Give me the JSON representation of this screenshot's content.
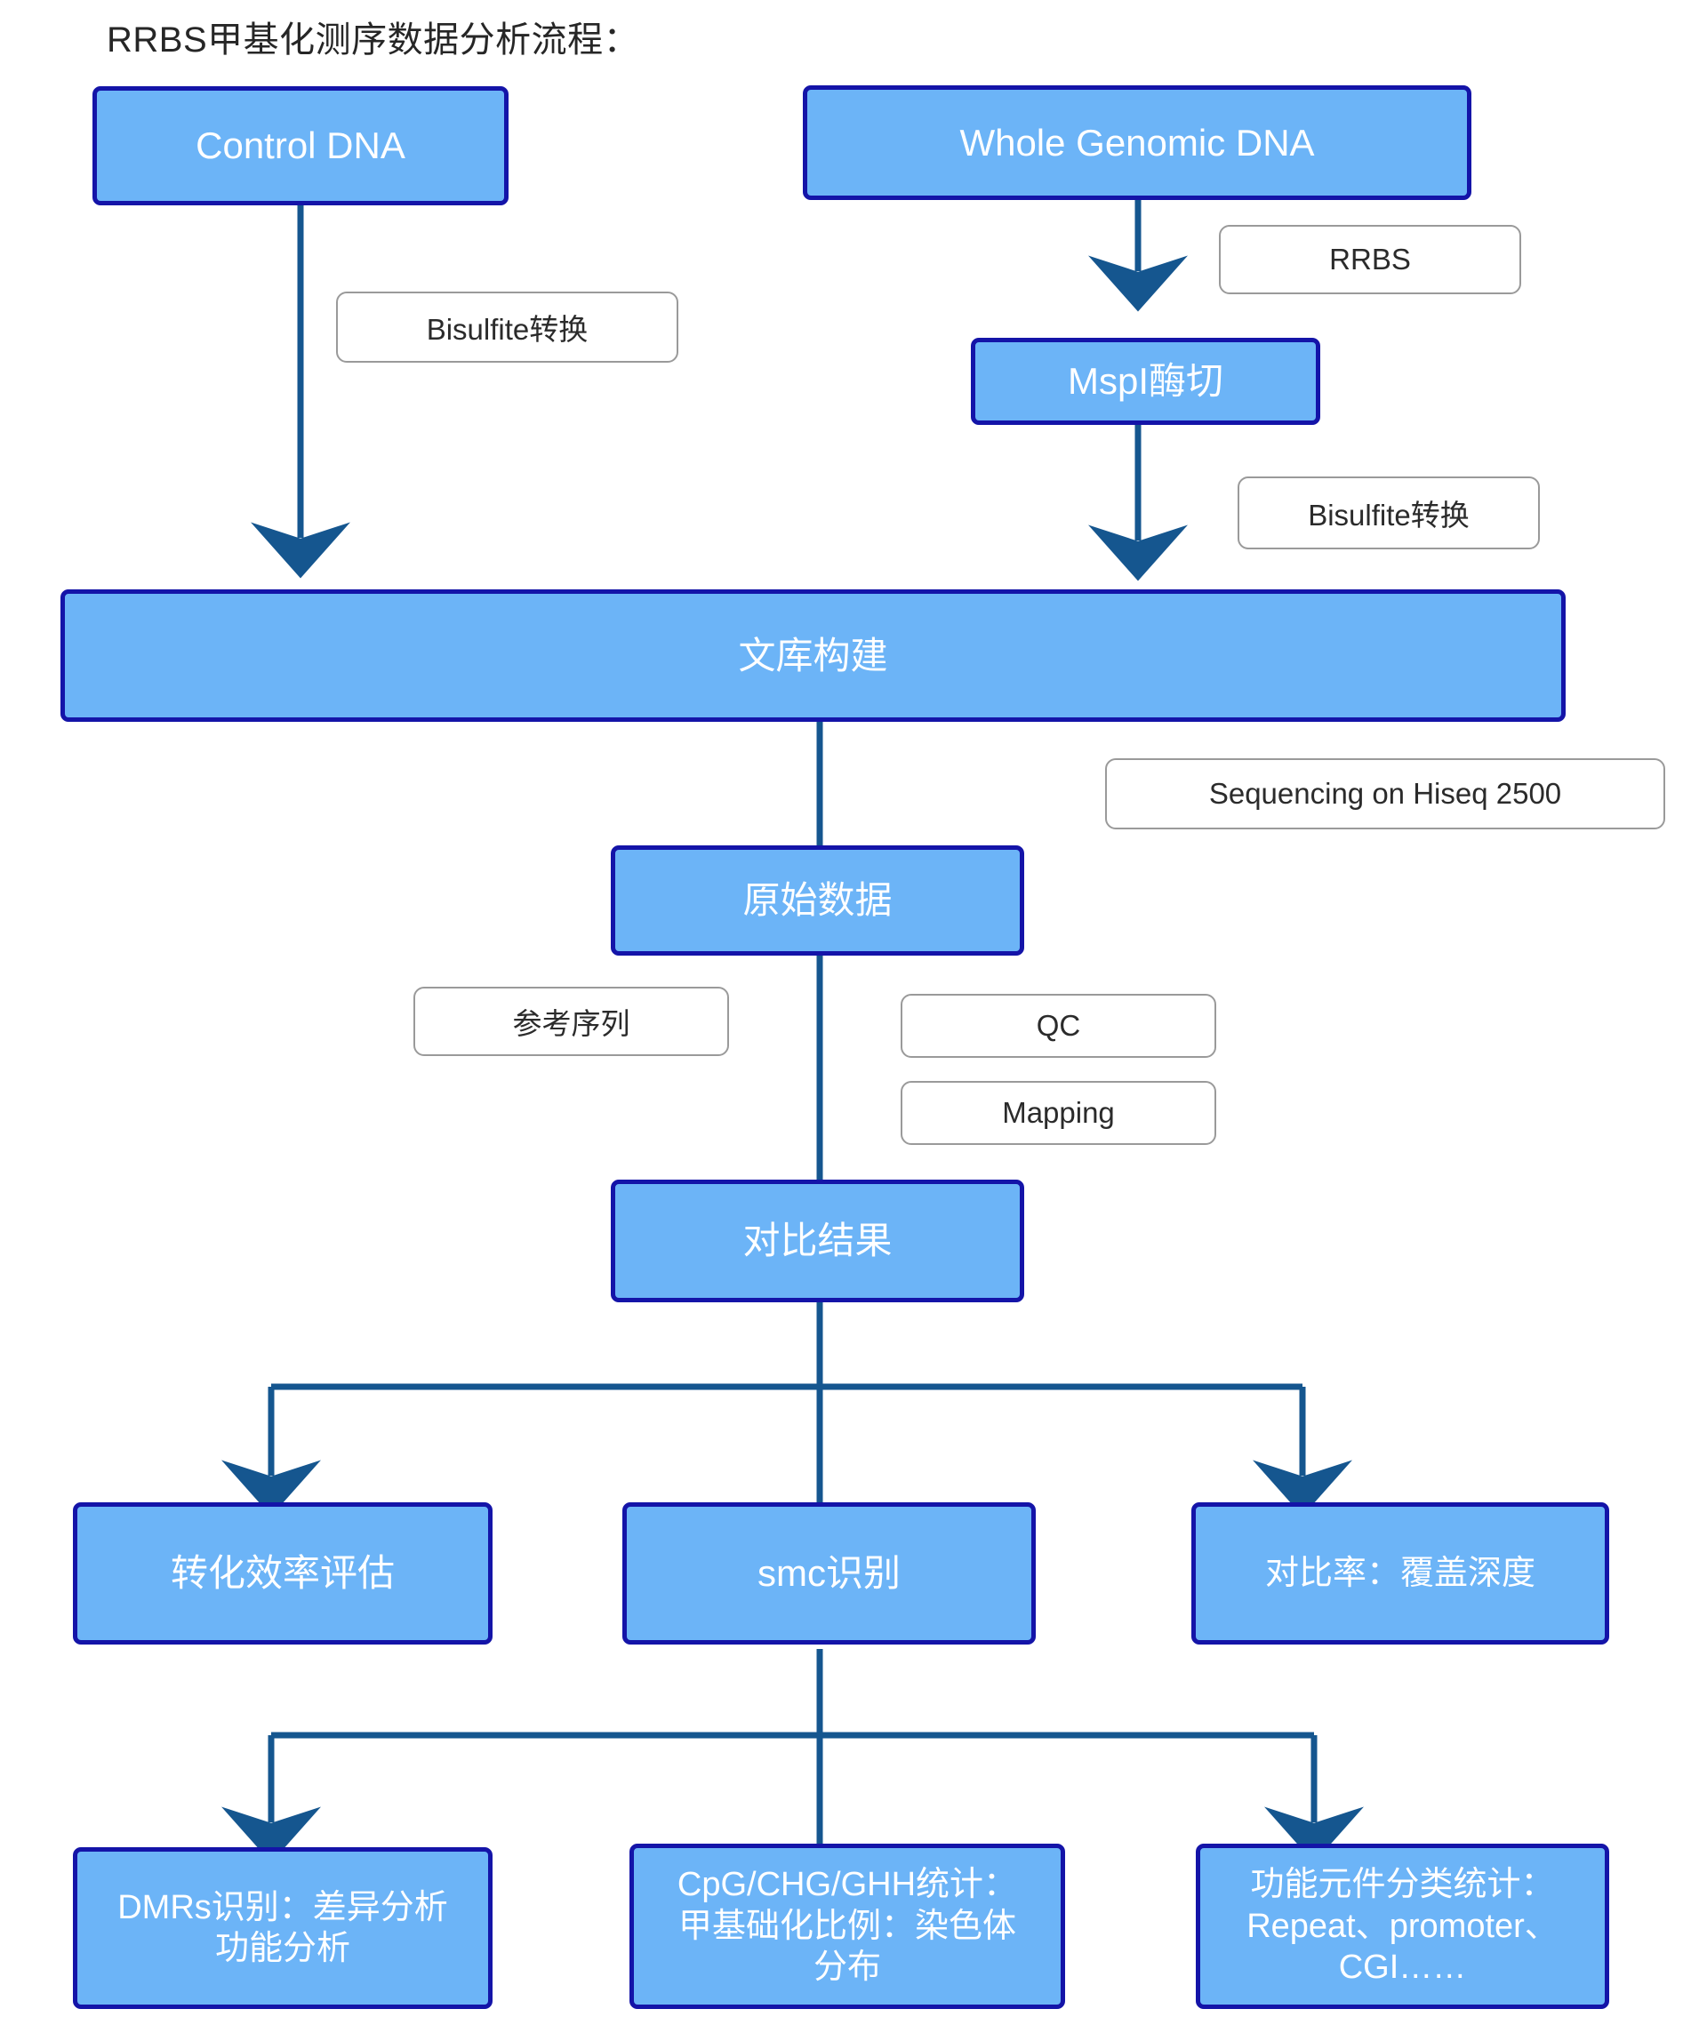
{
  "diagram": {
    "title": "RRBS甲基化测序数据分析流程：",
    "colors": {
      "node_fill": "#6CB4F7",
      "node_border": "#1414A8",
      "connector": "#15568F",
      "tag_border": "#9a9a9a",
      "node_text": "#ffffff",
      "title_text": "#262626"
    },
    "nodes": [
      {
        "id": "control-dna",
        "label": "Control DNA"
      },
      {
        "id": "whole-genomic-dna",
        "label": "Whole Genomic DNA"
      },
      {
        "id": "mspi-digest",
        "label": "MspI酶切"
      },
      {
        "id": "library-construction",
        "label": "文库构建"
      },
      {
        "id": "raw-data",
        "label": "原始数据"
      },
      {
        "id": "alignment-result",
        "label": "对比结果"
      },
      {
        "id": "conversion-efficiency",
        "label": "转化效率评估"
      },
      {
        "id": "smc-identification",
        "label": "smc识别"
      },
      {
        "id": "mapping-rate-depth",
        "label": "对比率：覆盖深度"
      },
      {
        "id": "dmrs-identification",
        "line1": "DMRs识别：差异分析",
        "line2": "功能分析"
      },
      {
        "id": "cpg-statistics",
        "line1": "CpG/CHG/GHH统计：",
        "line2": "甲基础化比例：染色体",
        "line3": "分布"
      },
      {
        "id": "functional-element-statistics",
        "line1": "功能元件分类统计：",
        "line2": "Repeat、promoter、",
        "line3": "CGI……"
      }
    ],
    "tags": [
      {
        "id": "bisulfite-left",
        "label": "Bisulfite转换"
      },
      {
        "id": "rrbs",
        "label": "RRBS"
      },
      {
        "id": "bisulfite-right",
        "label": "Bisulfite转换"
      },
      {
        "id": "sequencing",
        "label": "Sequencing on Hiseq 2500"
      },
      {
        "id": "reference",
        "label": "参考序列"
      },
      {
        "id": "qc",
        "label": "QC"
      },
      {
        "id": "mapping",
        "label": "Mapping"
      }
    ]
  }
}
